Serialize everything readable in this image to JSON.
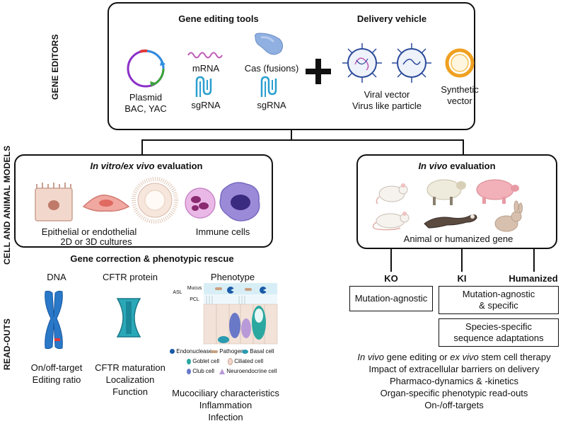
{
  "section_labels": {
    "gene_editors": "GENE EDITORS",
    "cell_animal_models": "CELL AND ANIMAL MODELS",
    "read_outs": "READ-OUTS"
  },
  "gene_editors": {
    "tools_title": "Gene editing tools",
    "delivery_title": "Delivery vehicle",
    "plasmid_line1": "Plasmid",
    "plasmid_line2": "BAC, YAC",
    "mrna": "mRNA",
    "sgrna_1": "sgRNA",
    "cas": "Cas (fusions)",
    "sgrna_2": "sgRNA",
    "viral_line1": "Viral vector",
    "viral_line2": "Virus like particle",
    "synthetic_line1": "Synthetic",
    "synthetic_line2": "vector"
  },
  "invitro": {
    "title_italic": "In vitro/ex vivo",
    "title_rest": " evaluation",
    "epithelial_line1": "Epithelial or endothelial",
    "epithelial_line2": "2D or 3D cultures",
    "immune": "Immune cells"
  },
  "invivo": {
    "title_italic": "In  vivo",
    "title_rest": " evaluation",
    "animal": "Animal or humanized gene"
  },
  "readouts_left": {
    "heading": "Gene correction & phenotypic rescue",
    "dna_title": "DNA",
    "dna_line1": "On/off-target",
    "dna_line2": "Editing ratio",
    "cftr_title": "CFTR protein",
    "cftr_line1": "CFTR maturation",
    "cftr_line2": "Localization",
    "cftr_line3": "Function",
    "phenotype_title": "Phenotype",
    "asl": "ASL",
    "mucus": "Mucus",
    "pcl": "PCL",
    "legend_endonuclease": "Endonuclease",
    "legend_pathogen": "Pathogen",
    "legend_basal": "Basal cell",
    "legend_goblet": "Goblet cell",
    "legend_ciliated": "Ciliated cell",
    "legend_club": "Club cell",
    "legend_neuro": "Neuroendocrine cell",
    "pheno_line1": "Mucociliary characteristics",
    "pheno_line2": "Inflammation",
    "pheno_line3": "Infection"
  },
  "readouts_right": {
    "ko": "KO",
    "ki": "KI",
    "humanized": "Humanized",
    "box_agnostic": "Mutation-agnostic",
    "box_specific_line1": "Mutation-agnostic",
    "box_specific_line2": "& specific",
    "box_species_line1": "Species-specific",
    "box_species_line2": "sequence adaptations",
    "list1_italic_a": "In vivo",
    "list1_mid": " gene editing or ",
    "list1_italic_b": "ex vivo",
    "list1_rest": " stem cell therapy",
    "list2": "Impact of extracellular barriers on delivery",
    "list3": "Pharmaco-dynamics & -kinetics",
    "list4": "Organ-specific phenotypic read-outs",
    "list5": "On-/off-targets"
  },
  "colors": {
    "plasmid_purple": "#8b2fc9",
    "plasmid_blue": "#2f8fe0",
    "plasmid_green": "#3aa33a",
    "plasmid_red": "#e03a3a",
    "mrna_pink": "#c05ab8",
    "sgrna_teal": "#2a9fd0",
    "cas_blue": "#8fb0e0",
    "virus_blue": "#2a4a9a",
    "synthetic_orange": "#f0a020",
    "cftr_teal": "#2aa8b8"
  }
}
